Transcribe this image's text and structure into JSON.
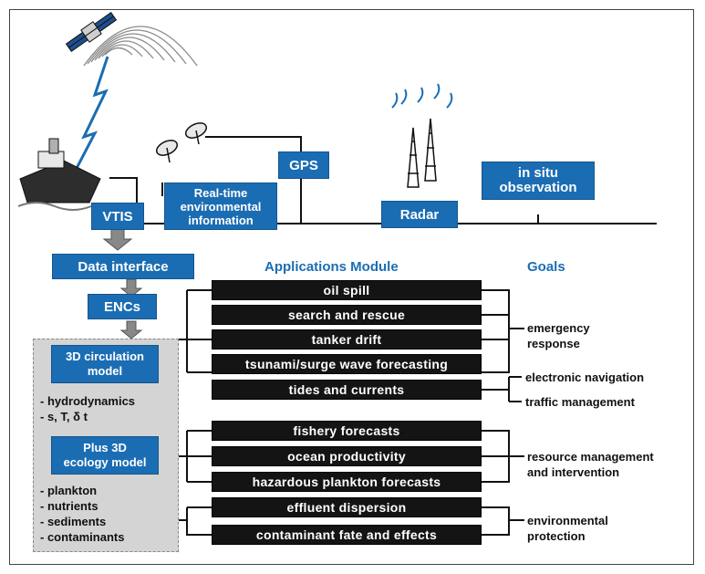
{
  "sources": {
    "vtis": "VTIS",
    "realtime": "Real-time environmental information",
    "gps": "GPS",
    "radar": "Radar",
    "insitu": "in situ observation"
  },
  "pipeline": {
    "data_interface": "Data interface",
    "encs": "ENCs",
    "circulation_model": "3D circulation model",
    "circulation_vars": [
      "- hydrodynamics",
      "- s, T, δ t"
    ],
    "ecology_model": "Plus 3D ecology model",
    "ecology_vars": [
      "- plankton",
      "- nutrients",
      "- sediments",
      "- contaminants"
    ]
  },
  "headers": {
    "applications": "Applications Module",
    "goals": "Goals"
  },
  "applications": [
    "oil spill",
    "search and rescue",
    "tanker drift",
    "tsunami/surge wave forecasting",
    "tides and currents",
    "fishery forecasts",
    "ocean productivity",
    "hazardous plankton forecasts",
    "effluent dispersion",
    "contaminant fate and effects"
  ],
  "goals": {
    "emergency": [
      "emergency",
      "response"
    ],
    "navigation": "electronic navigation",
    "traffic": "traffic management",
    "resource": [
      "resource management",
      "and intervention"
    ],
    "environmental": [
      "environmental",
      "protection"
    ]
  },
  "colors": {
    "blue": "#1b6db3",
    "black": "#141414",
    "panel": "#d4d4d4"
  },
  "icons": [
    "satellite-icon",
    "ship-icon",
    "dish-antenna-icon",
    "radar-tower-icon"
  ]
}
